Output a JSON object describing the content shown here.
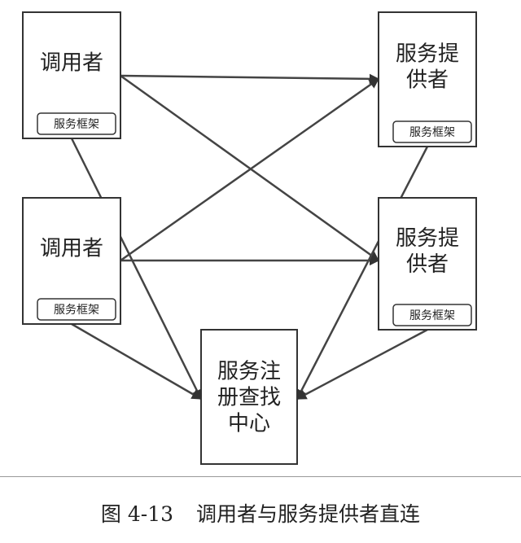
{
  "diagram": {
    "nodes": [
      {
        "id": "caller1",
        "lines": [
          "调用者"
        ],
        "tag": "服务框架"
      },
      {
        "id": "caller2",
        "lines": [
          "调用者"
        ],
        "tag": "服务框架"
      },
      {
        "id": "provider1",
        "lines": [
          "服务提",
          "供者"
        ],
        "tag": "服务框架"
      },
      {
        "id": "provider2",
        "lines": [
          "服务提",
          "供者"
        ],
        "tag": "服务框架"
      },
      {
        "id": "registry",
        "lines": [
          "服务注",
          "册查找",
          "中心"
        ],
        "tag": ""
      }
    ],
    "edges": [
      {
        "from": "caller1",
        "to": "provider1"
      },
      {
        "from": "caller1",
        "to": "provider2"
      },
      {
        "from": "caller2",
        "to": "provider1"
      },
      {
        "from": "caller2",
        "to": "provider2"
      },
      {
        "from": "caller1",
        "to": "registry"
      },
      {
        "from": "caller2",
        "to": "registry"
      },
      {
        "from": "provider1",
        "to": "registry"
      },
      {
        "from": "provider2",
        "to": "registry"
      }
    ]
  },
  "caption": {
    "figure_number": "图 4-13",
    "title": "调用者与服务提供者直连"
  }
}
